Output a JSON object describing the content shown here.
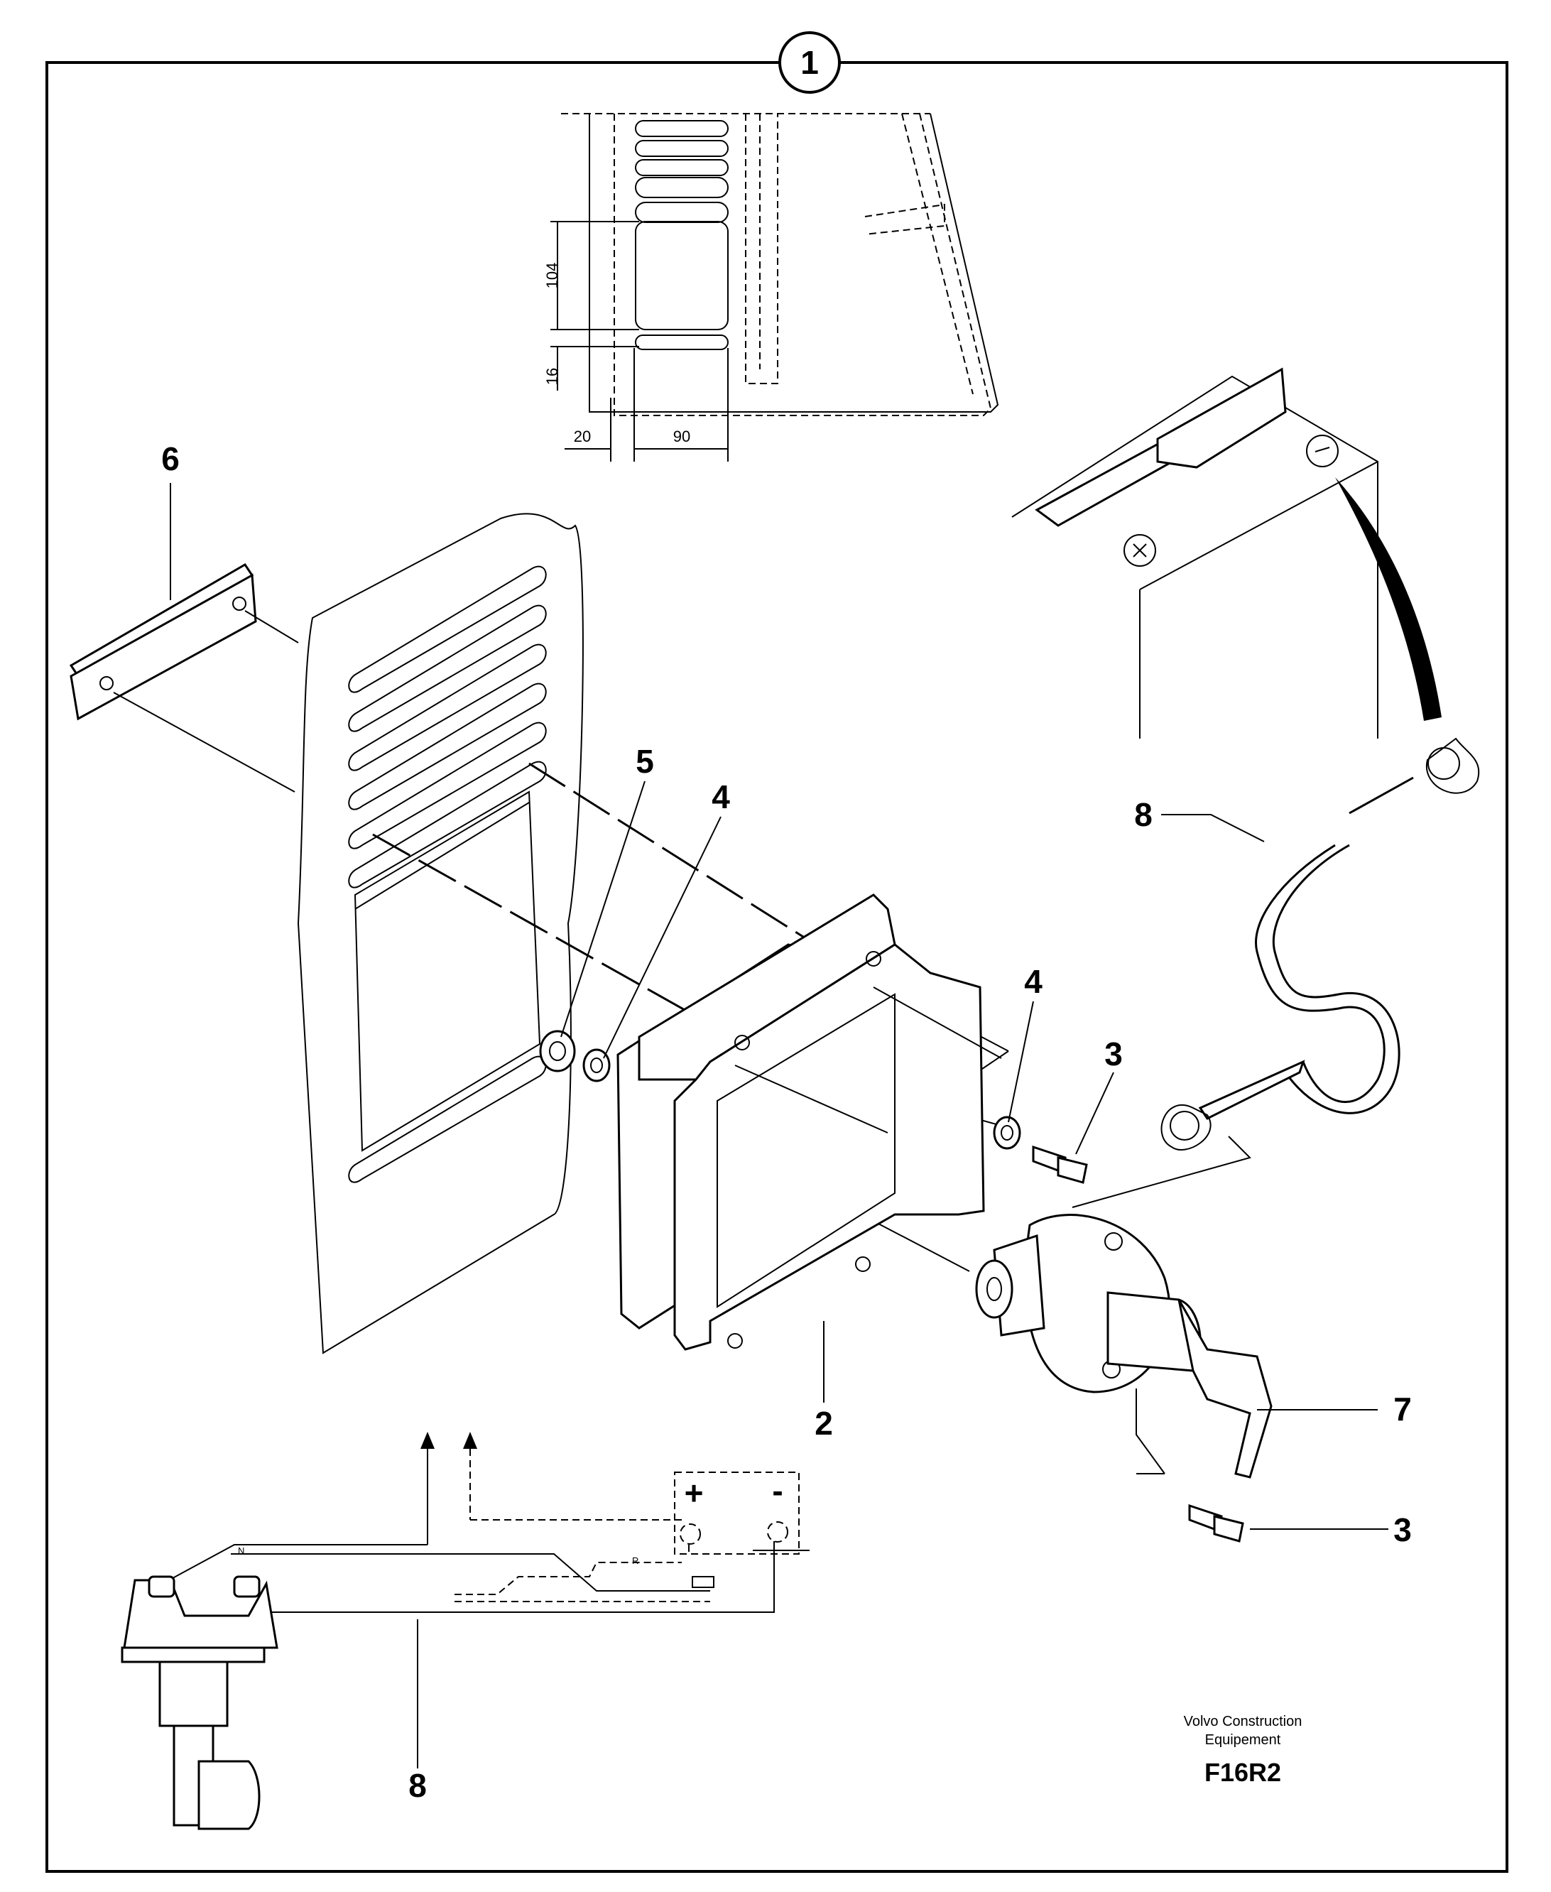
{
  "detail_number": "1",
  "dimensions": {
    "d104": "104",
    "d16": "16",
    "d20": "20",
    "d90": "90"
  },
  "callouts": {
    "c6": "6",
    "c5": "5",
    "c4a": "4",
    "c4b": "4",
    "c3a": "3",
    "c3b": "3",
    "c8a": "8",
    "c8b": "8",
    "c2": "2",
    "c7": "7"
  },
  "schematic": {
    "plus": "+",
    "minus": "-",
    "n_label": "N",
    "r_label": "R"
  },
  "footer": {
    "brand_line1": "Volvo Construction",
    "brand_line2": "Equipement",
    "code": "F16R2"
  }
}
